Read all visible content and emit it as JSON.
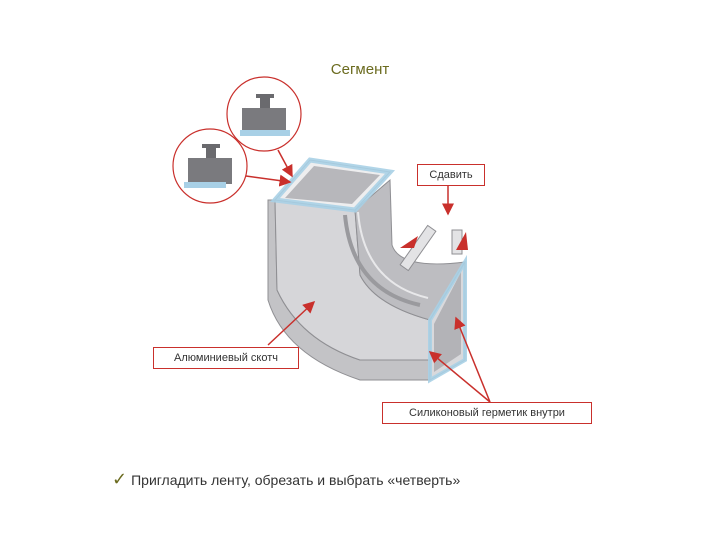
{
  "diagram": {
    "title": "Сегмент",
    "labels": {
      "squeeze": "Сдавить",
      "aluminum_tape": "Алюминиевый скотч",
      "silicone_sealant": "Силиконовый герметик внутри"
    },
    "note": {
      "icon": "check-icon",
      "text": "Пригладить ленту, обрезать и выбрать «четверть»"
    }
  },
  "colors": {
    "accent_red": "#c9302c",
    "title_olive": "#6b6b1f",
    "duct_gray": "#cfcfd2",
    "tape_blue": "#a8d0e6"
  }
}
